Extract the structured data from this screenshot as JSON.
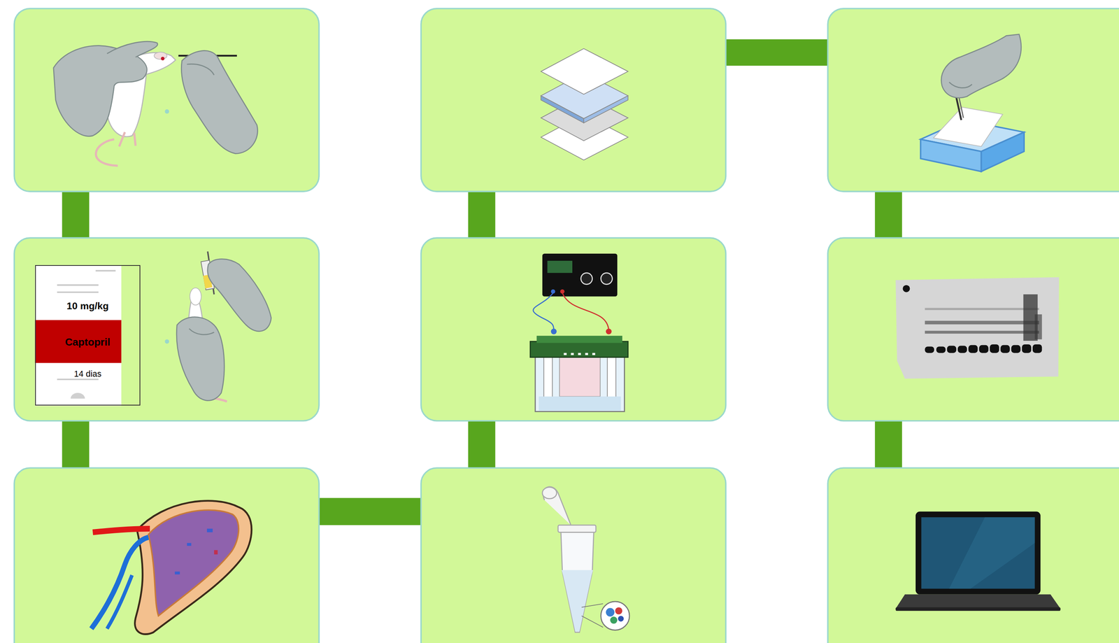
{
  "diagram": {
    "nodes": [
      {
        "text": [
          "10 mg/kg",
          "Captopril",
          "14 dias"
        ]
      }
    ]
  }
}
